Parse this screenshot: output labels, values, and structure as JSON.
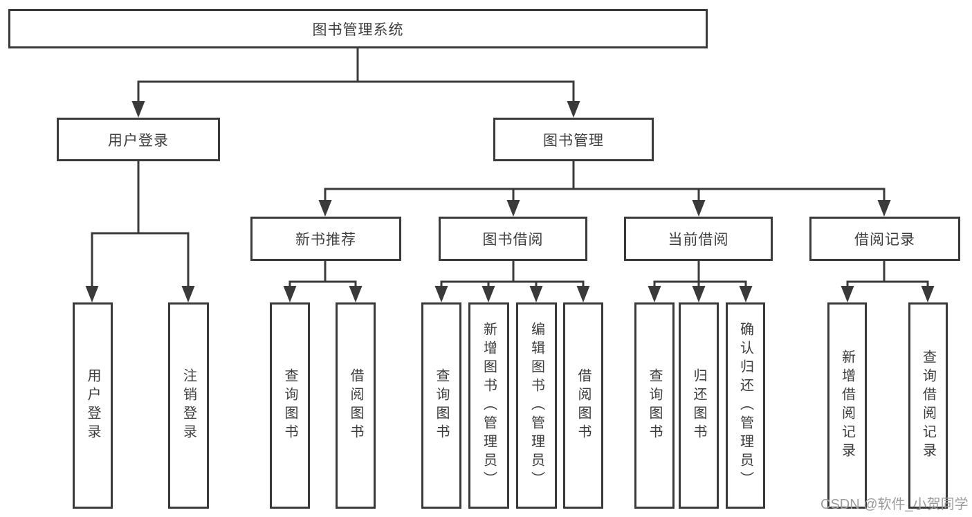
{
  "diagram": {
    "root": {
      "label": "图书管理系统"
    },
    "level2": [
      {
        "label": "用户登录"
      },
      {
        "label": "图书管理"
      }
    ],
    "level3": [
      {
        "label": "新书推荐"
      },
      {
        "label": "图书借阅"
      },
      {
        "label": "当前借阅"
      },
      {
        "label": "借阅记录"
      }
    ],
    "leaves": {
      "user": [
        {
          "label": "用户登录"
        },
        {
          "label": "注销登录"
        }
      ],
      "newbook": [
        {
          "label": "查询图书"
        },
        {
          "label": "借阅图书"
        }
      ],
      "borrow": [
        {
          "label": "查询图书"
        },
        {
          "label": "新增图书（管理员）"
        },
        {
          "label": "编辑图书（管理员）"
        },
        {
          "label": "借阅图书"
        }
      ],
      "current": [
        {
          "label": "查询图书"
        },
        {
          "label": "归还图书"
        },
        {
          "label": "确认归还（管理员）"
        }
      ],
      "records": [
        {
          "label": "新增借阅记录"
        },
        {
          "label": "查询借阅记录"
        }
      ]
    },
    "watermark": "CSDN @软件_小贺同学",
    "colors": {
      "line": "#3a3a3a",
      "text": "#3d3d3d",
      "watermark": "#9c9c9c",
      "background": "#ffffff"
    }
  }
}
